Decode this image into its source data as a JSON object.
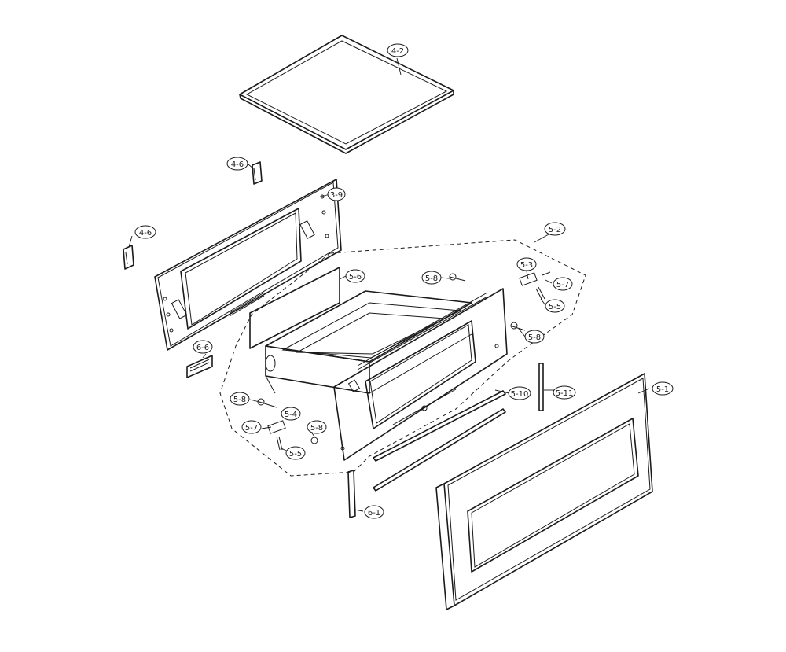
{
  "diagram": {
    "callouts": {
      "c_4_2": "4-2",
      "c_4_6a": "4-6",
      "c_4_6b": "4-6",
      "c_3_9": "3-9",
      "c_5_2": "5-2",
      "c_5_6": "5-6",
      "c_5_8a": "5-8",
      "c_5_3": "5-3",
      "c_5_7a": "5-7",
      "c_5_5a": "5-5",
      "c_5_8b": "5-8",
      "c_6_6": "6-6",
      "c_5_11": "5-11",
      "c_5_10": "5-10",
      "c_5_1": "5-1",
      "c_5_8c": "5-8",
      "c_5_4": "5-4",
      "c_5_7b": "5-7",
      "c_5_8d": "5-8",
      "c_5_5b": "5-5",
      "c_6_1": "6-1"
    }
  }
}
